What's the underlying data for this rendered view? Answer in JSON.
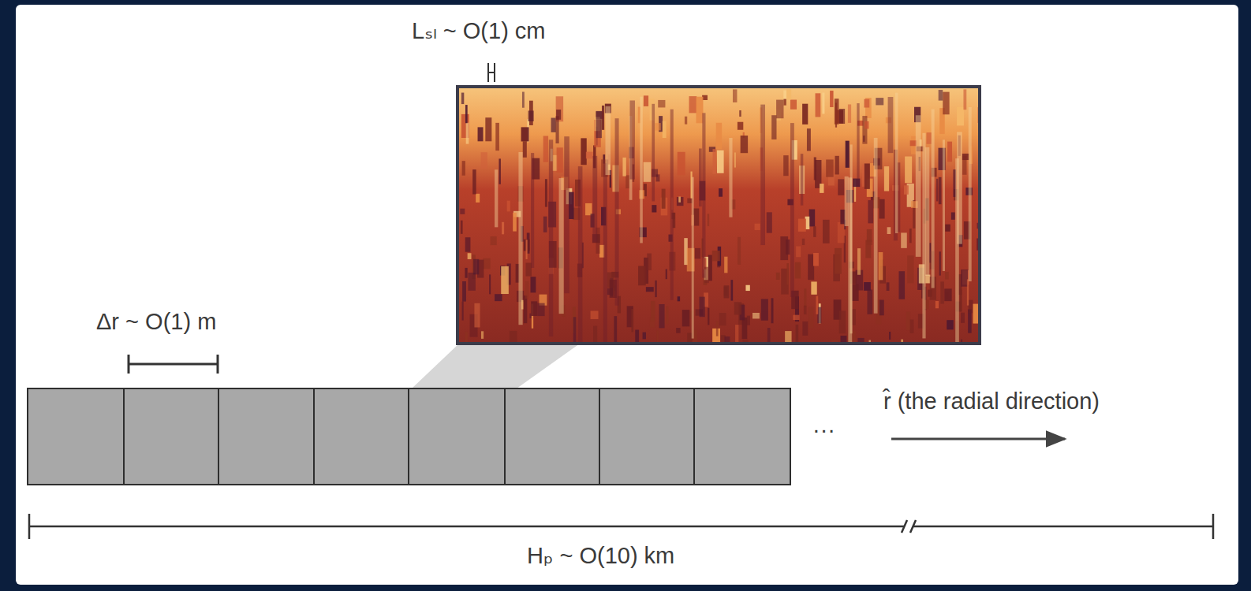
{
  "diagram": {
    "labels": [
      "Lₛₗ ~ O(1) cm",
      "Δr ~ O(1) m",
      "r̂ (the radial direction)",
      "···",
      "Hₚ ~ O(10) km"
    ]
  }
}
